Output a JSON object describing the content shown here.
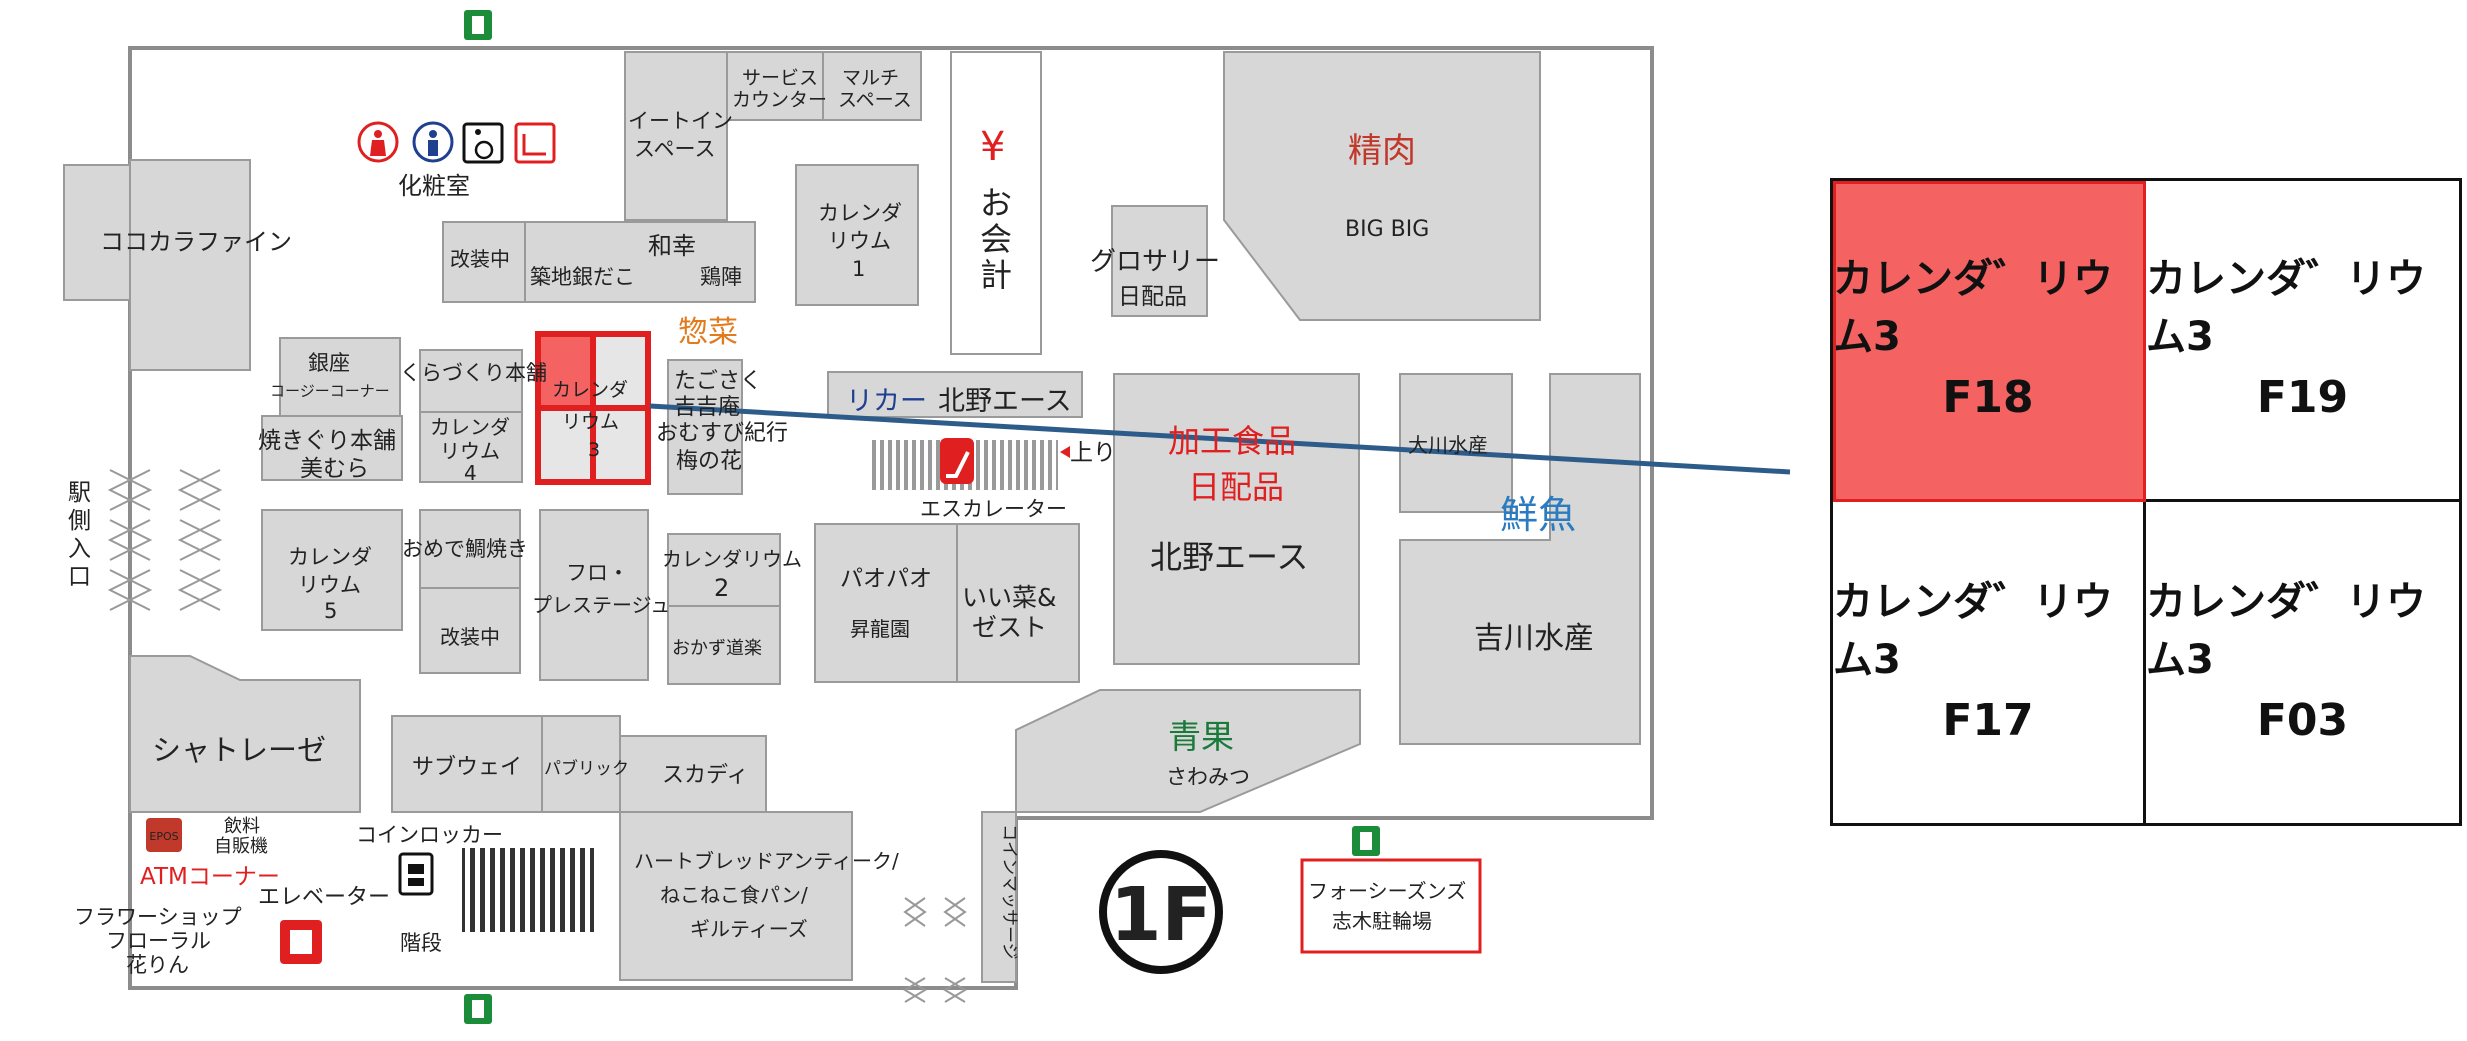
{
  "colors": {
    "highlight": "#f46262",
    "highlight_border": "#e02020",
    "room_fill": "#d7d7d7",
    "leader_line": "#2e5c8a",
    "sozai": "#e07b1e",
    "kakou": "#e02020",
    "sengyo": "#2a7bbf",
    "liquor": "#1f3f8f",
    "atm": "#e02020"
  },
  "map": {
    "floor_label": "1F",
    "stores": {
      "kokokara": "ココカラファイン",
      "toilet": "化粧室",
      "eatin": [
        "イートイン",
        "スペース"
      ],
      "service": [
        "サービス",
        "カウンター"
      ],
      "multi": [
        "マルチ",
        "スペース"
      ],
      "kaisou1": "改装中",
      "wakou": "和幸",
      "tsukiji": "築地銀だこ",
      "torijin": "鶏陣",
      "cal1": [
        "カレンダ",
        "リウム",
        "1"
      ],
      "checkout_yen": "¥",
      "checkout": [
        "お",
        "会",
        "計"
      ],
      "grocery": [
        "グロサリー",
        "日配品"
      ],
      "seiniku": "精肉",
      "bigbig": "BIG BIG",
      "sozai": "惣菜",
      "ginza": [
        "銀座",
        "コージーコーナー"
      ],
      "kura": "くらづくり本舗",
      "cal3": [
        "カレンダ",
        "リウム",
        "3"
      ],
      "tagosaku": [
        "たごさく",
        "吉吉庵"
      ],
      "omusubi": [
        "おむすび紀行",
        "梅の花"
      ],
      "liquor_label": "リカー",
      "liquor_store": "北野エース",
      "up": "上り",
      "escalator": "エスカレーター",
      "yakigiri": [
        "焼きぐり本舗",
        "美むら"
      ],
      "cal4": [
        "カレンダ",
        "リウム",
        "4"
      ],
      "kakou": [
        "加工食品",
        "日配品"
      ],
      "kitano_main": "北野エース",
      "ogawa": "大川水産",
      "sengyo": "鮮魚",
      "station_entrance": [
        "駅",
        "側",
        "入",
        "口"
      ],
      "cal5": [
        "カレンダ",
        "リウム",
        "5"
      ],
      "omedetai": "おめで鯛焼き",
      "kaisou2": "改装中",
      "furo": [
        "フロ・",
        "プレステージュ"
      ],
      "cal2": [
        "カレンダリウム",
        "2"
      ],
      "okazu": "おかず道楽",
      "paopao": [
        "パオパオ",
        "昇龍園"
      ],
      "iisai": [
        "いい菜&",
        "ゼスト"
      ],
      "yoshikawa": "吉川水産",
      "chateraise": "シャトレーゼ",
      "subway": "サブウェイ",
      "public": "パブリック",
      "scadi": "スカディ",
      "seika": "青果",
      "sawamitsu": "さわみつ",
      "epos": "EPOS",
      "drink": [
        "飲料",
        "自販機"
      ],
      "atm": "ATMコーナー",
      "coinlocker": "コインロッカー",
      "elevator": "エレベーター",
      "flower": [
        "フラワーショップ",
        "フローラル",
        "花りん"
      ],
      "stairs": "階段",
      "heart": [
        "ハートブレッドアンティーク/",
        "ねこねこ食パン/",
        "ギルティーズ"
      ],
      "massage": "コインマッサージ",
      "bicycle": [
        "フォーシーズンズ",
        "志木駐輪場"
      ]
    }
  },
  "legend": {
    "cells": [
      {
        "name": "カレンダ゛リウム3",
        "id": "F18",
        "highlighted": true
      },
      {
        "name": "カレンダ゛リウム3",
        "id": "F19",
        "highlighted": false
      },
      {
        "name": "カレンダ゛リウム3",
        "id": "F17",
        "highlighted": false
      },
      {
        "name": "カレンダ゛リウム3",
        "id": "F03",
        "highlighted": false
      }
    ]
  }
}
